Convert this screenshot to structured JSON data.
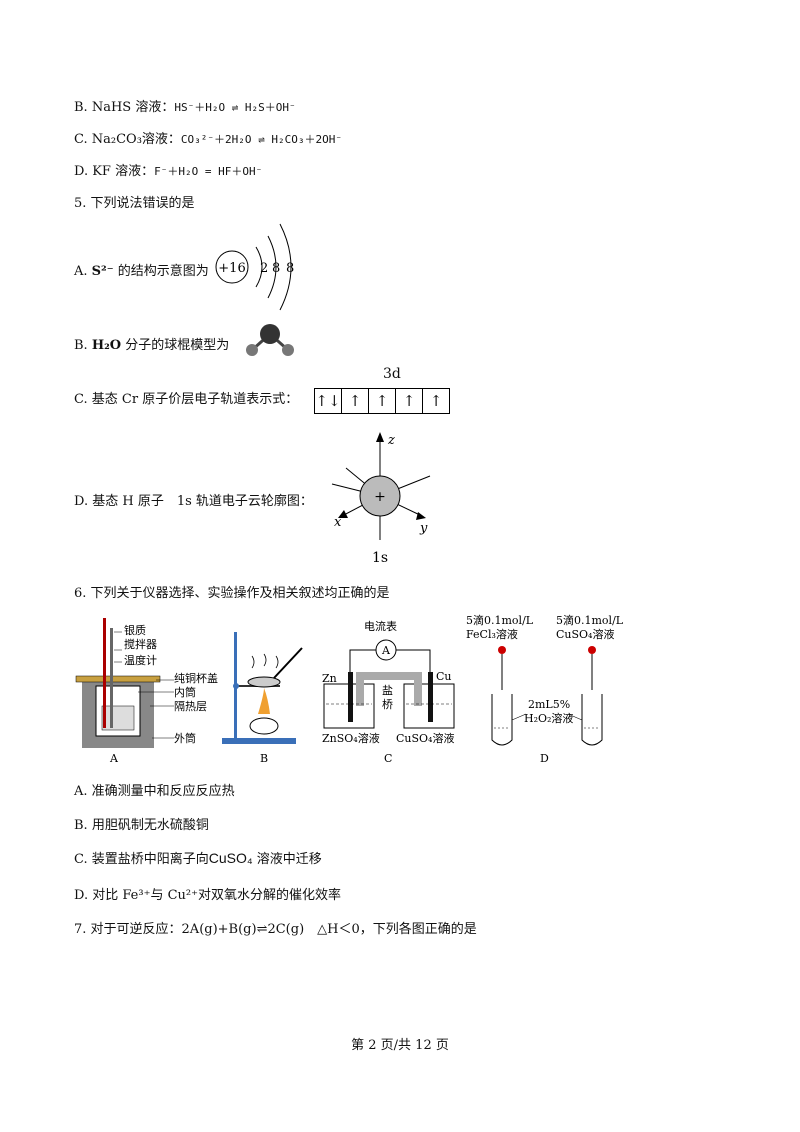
{
  "options_q4": {
    "B": {
      "label": "B. NaHS 溶液：",
      "eq": "HS⁻＋H₂O ⇌ H₂S＋OH⁻"
    },
    "C": {
      "label": "C. Na₂CO₃溶液：",
      "eq": "CO₃²⁻＋2H₂O ⇌ H₂CO₃＋2OH⁻"
    },
    "D": {
      "label": "D. KF 溶液：",
      "eq": "F⁻＋H₂O = HF＋OH⁻"
    }
  },
  "q5": {
    "stem": "5. 下列说法错误的是",
    "A": {
      "prefix": "A.",
      "ion": "S²⁻",
      "text": "的结构示意图为",
      "nucleus": "+16",
      "shells": [
        "2",
        "8",
        "8"
      ]
    },
    "B": {
      "prefix": "B.",
      "formula": "H₂O",
      "text": "分子的球棍模型为"
    },
    "C": {
      "prefix": "C.",
      "text": "基态 Cr 原子价层电子轨道表示式：",
      "orbital_label": "3d",
      "orbitals": [
        "↑↓",
        "↑",
        "↑",
        "↑",
        "↑"
      ]
    },
    "D": {
      "prefix": "D.",
      "text": "基态 H 原子　1s 轨道电子云轮廓图：",
      "axis_z": "z",
      "axis_x": "x",
      "axis_y": "y",
      "center": "+",
      "caption": "1s"
    }
  },
  "q6": {
    "stem": "6. 下列关于仪器选择、实验操作及相关叙述均正确的是",
    "figA": {
      "labels": [
        "银质",
        "搅拌器",
        "温度计",
        "纯铜杯盖",
        "内筒",
        "隔热层",
        "外筒"
      ],
      "caption": "A"
    },
    "figB": {
      "caption": "B"
    },
    "figC": {
      "meter": "电流表",
      "meter_symbol": "A",
      "left_electrode": "Zn",
      "right_electrode": "Cu",
      "bridge": [
        "盐",
        "桥"
      ],
      "left_solution": "ZnSO₄溶液",
      "right_solution": "CuSO₄溶液",
      "caption": "C"
    },
    "figD": {
      "left_top": [
        "5滴0.1mol/L",
        "FeCl₃溶液"
      ],
      "right_top": [
        "5滴0.1mol/L",
        "CuSO₄溶液"
      ],
      "middle": [
        "2mL5%",
        "H₂O₂溶液"
      ],
      "caption": "D"
    },
    "A": "A. 准确测量中和反应反应热",
    "B": "B. 用胆矾制无水硫酸铜",
    "C": {
      "prefix": "C. 装置盐桥中阳离子向",
      "formula": "CuSO₄",
      "suffix": "溶液中迁移"
    },
    "D": {
      "prefix": "D. 对比",
      "ion1": "Fe³⁺",
      "mid": "与",
      "ion2": "Cu²⁺",
      "suffix": "对双氧水分解的催化效率"
    }
  },
  "q7": {
    "stem": "7. 对于可逆反应：2A(g)+B(g)⇌2C(g)　△H＜0，下列各图正确的是"
  },
  "footer": "第 2 页/共 12 页"
}
